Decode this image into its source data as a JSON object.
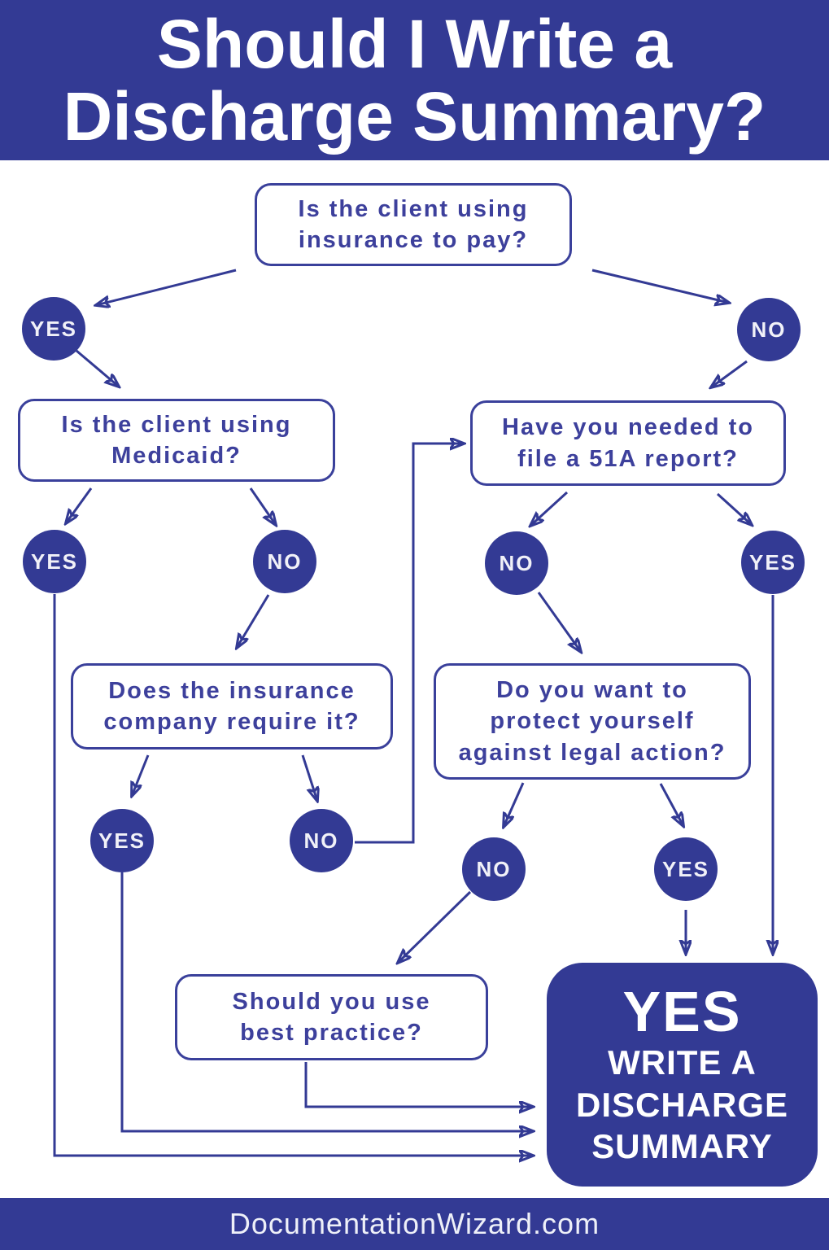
{
  "colors": {
    "primary": "#333a94",
    "box_text": "#3d409c",
    "background": "#ffffff"
  },
  "header": {
    "title": "Should I Write a\nDischarge Summary?"
  },
  "footer": {
    "website": "DocumentationWizard.com"
  },
  "flowchart": {
    "questions": {
      "insurance": "Is the client using\ninsurance to pay?",
      "medicaid": "Is the client using\nMedicaid?",
      "report_51a": "Have you needed to\nfile a 51A report?",
      "insurance_require": "Does the insurance\ncompany require it?",
      "legal_action": "Do you want to\nprotect yourself\nagainst legal action?",
      "best_practice": "Should you use\nbest practice?"
    },
    "answers": {
      "insurance_yes": "YES",
      "insurance_no": "NO",
      "medicaid_yes": "YES",
      "medicaid_no": "NO",
      "report_51a_no": "NO",
      "report_51a_yes": "YES",
      "insurance_require_yes": "YES",
      "insurance_require_no": "NO",
      "legal_action_no": "NO",
      "legal_action_yes": "YES"
    },
    "result": {
      "headline": "YES",
      "subtext": "WRITE A\nDISCHARGE\nSUMMARY"
    }
  }
}
